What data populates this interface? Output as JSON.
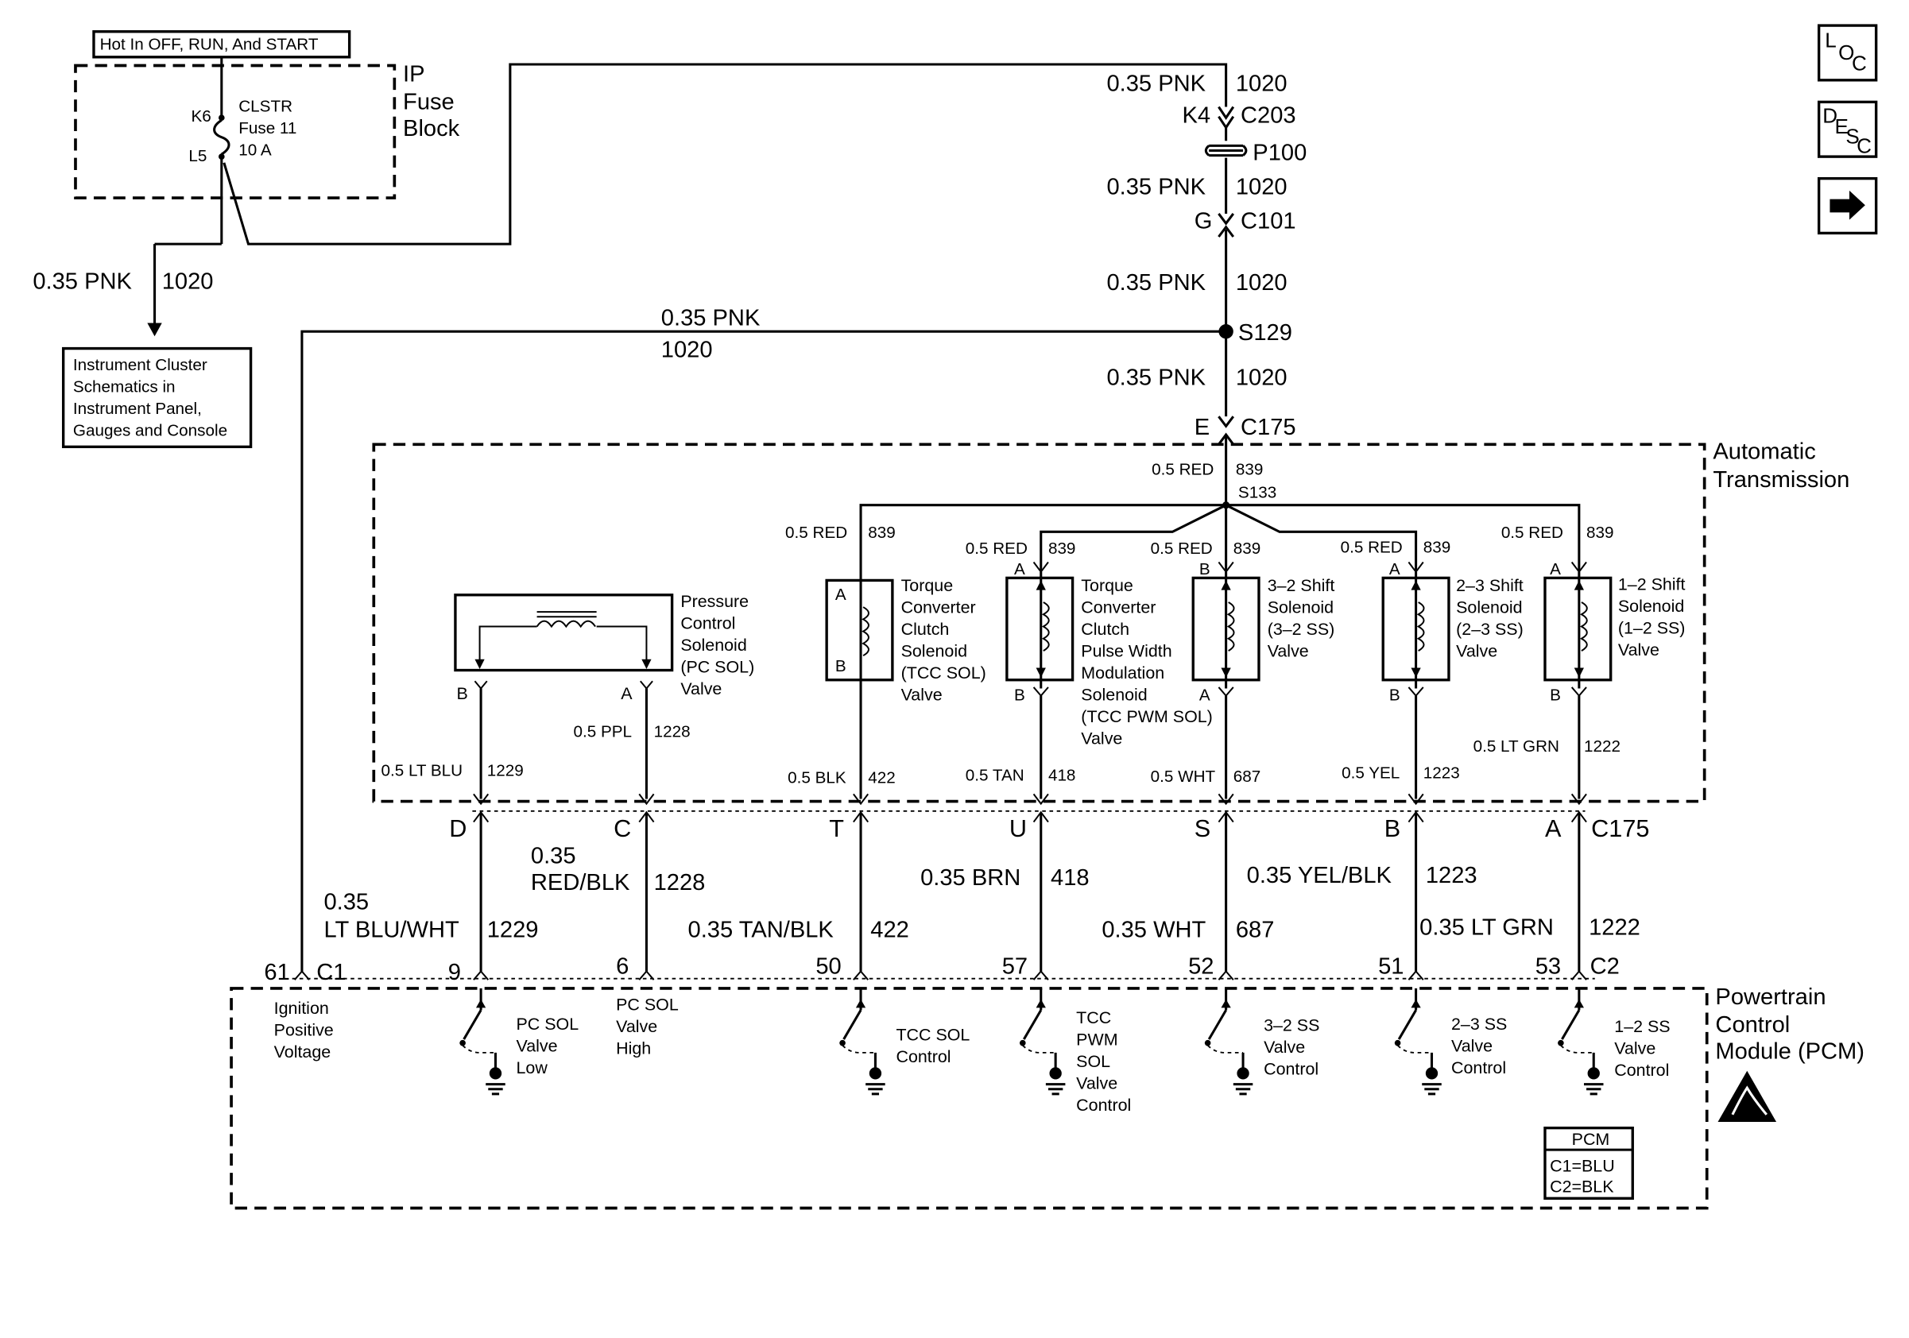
{
  "header_note": "Hot In OFF, RUN, And START",
  "fuse_block": {
    "title": [
      "IP",
      "Fuse",
      "Block"
    ],
    "fuse": [
      "CLSTR",
      "Fuse 11",
      "10 A"
    ],
    "pin_top": "K6",
    "pin_bottom": "L5"
  },
  "cluster_ref": {
    "wire_gauge": "0.35 PNK",
    "wire_circuit": "1020",
    "box_lines": [
      "Instrument Cluster",
      "Schematics in",
      "Instrument Panel,",
      "Gauges and Console"
    ]
  },
  "main_feed": {
    "w1_gauge": "0.35 PNK",
    "w1_circuit": "1020",
    "k4": "K4",
    "c203": "C203",
    "p100": "P100",
    "w2_gauge": "0.35 PNK",
    "w2_circuit": "1020",
    "g": "G",
    "c101": "C101",
    "w3_gauge": "0.35 PNK",
    "w3_circuit": "1020",
    "s129": "S129",
    "branch_gauge": "0.35 PNK",
    "branch_circuit": "1020",
    "w4_gauge": "0.35 PNK",
    "w4_circuit": "1020",
    "e": "E",
    "c175": "C175"
  },
  "transmission": {
    "title": [
      "Automatic",
      "Transmission"
    ],
    "feed_gauge": "0.5 RED",
    "feed_circuit": "839",
    "splice": "S133",
    "solenoids": [
      {
        "id": "pc_sol",
        "lines": [
          "Pressure",
          "Control",
          "Solenoid",
          "(PC SOL)",
          "Valve"
        ],
        "pin_b": "B",
        "pin_a": "A",
        "wire_b_gauge": "0.5 LT BLU",
        "wire_b_circuit": "1229",
        "wire_a_gauge": "0.5 PPL",
        "wire_a_circuit": "1228"
      },
      {
        "id": "tcc_sol",
        "lines": [
          "Torque",
          "Converter",
          "Clutch",
          "Solenoid",
          "(TCC SOL)",
          "Valve"
        ],
        "pin_top": "A",
        "pin_bot": "B",
        "in_gauge": "0.5 RED",
        "in_circuit": "839",
        "out_gauge": "0.5 BLK",
        "out_circuit": "422"
      },
      {
        "id": "tcc_pwm",
        "lines": [
          "Torque",
          "Converter",
          "Clutch",
          "Pulse Width",
          "Modulation",
          "Solenoid",
          "(TCC PWM SOL)",
          "Valve"
        ],
        "pin_top": "A",
        "pin_bot": "B",
        "in_gauge": "0.5 RED",
        "in_circuit": "839",
        "out_gauge": "0.5 TAN",
        "out_circuit": "418"
      },
      {
        "id": "ss32",
        "lines": [
          "3–2 Shift",
          "Solenoid",
          "(3–2 SS)",
          "Valve"
        ],
        "pin_top": "B",
        "pin_bot": "A",
        "in_gauge": "0.5 RED",
        "in_circuit": "839",
        "out_gauge": "0.5 WHT",
        "out_circuit": "687"
      },
      {
        "id": "ss23",
        "lines": [
          "2–3 Shift",
          "Solenoid",
          "(2–3 SS)",
          "Valve"
        ],
        "pin_top": "A",
        "pin_bot": "B",
        "in_gauge": "0.5 RED",
        "in_circuit": "839",
        "out_gauge": "0.5 YEL",
        "out_circuit": "1223"
      },
      {
        "id": "ss12",
        "lines": [
          "1–2 Shift",
          "Solenoid",
          "(1–2 SS)",
          "Valve"
        ],
        "pin_top": "A",
        "pin_bot": "B",
        "in_gauge": "0.5 RED",
        "in_circuit": "839",
        "out_gauge": "0.5 LT GRN",
        "out_circuit": "1222"
      }
    ]
  },
  "c175_bottom": {
    "pins": [
      "D",
      "C",
      "T",
      "U",
      "S",
      "B",
      "A"
    ],
    "label": "C175"
  },
  "harness_wires": [
    {
      "gauge": [
        "0.35",
        "LT BLU/WHT"
      ],
      "circuit": "1229"
    },
    {
      "gauge": [
        "0.35",
        "RED/BLK"
      ],
      "circuit": "1228"
    },
    {
      "gauge": [
        "0.35 TAN/BLK"
      ],
      "circuit": "422"
    },
    {
      "gauge": [
        "0.35 BRN"
      ],
      "circuit": "418"
    },
    {
      "gauge": [
        "0.35 WHT"
      ],
      "circuit": "687"
    },
    {
      "gauge": [
        "0.35 YEL/BLK"
      ],
      "circuit": "1223"
    },
    {
      "gauge": [
        "0.35 LT GRN"
      ],
      "circuit": "1222"
    }
  ],
  "pcm": {
    "title": [
      "Powertrain",
      "Control",
      "Module (PCM)"
    ],
    "c1": "C1",
    "c2": "C2",
    "pins": [
      "61",
      "9",
      "6",
      "50",
      "57",
      "52",
      "51",
      "53"
    ],
    "functions": [
      [
        "Ignition",
        "Positive",
        "Voltage"
      ],
      [
        "PC SOL",
        "Valve",
        "Low"
      ],
      [
        "PC SOL",
        "Valve",
        "High"
      ],
      [
        "TCC SOL",
        "Control"
      ],
      [
        "TCC",
        "PWM",
        "SOL",
        "Valve",
        "Control"
      ],
      [
        "3–2 SS",
        "Valve",
        "Control"
      ],
      [
        "2–3 SS",
        "Valve",
        "Control"
      ],
      [
        "1–2 SS",
        "Valve",
        "Control"
      ]
    ],
    "legend": {
      "title": "PCM",
      "lines": [
        "C1=BLU",
        "C2=BLK"
      ]
    }
  },
  "nav": {
    "loc": [
      "L",
      "O",
      "C"
    ],
    "desc": [
      "D",
      "E",
      "S",
      "C"
    ],
    "next_icon": "arrow-right-icon"
  }
}
